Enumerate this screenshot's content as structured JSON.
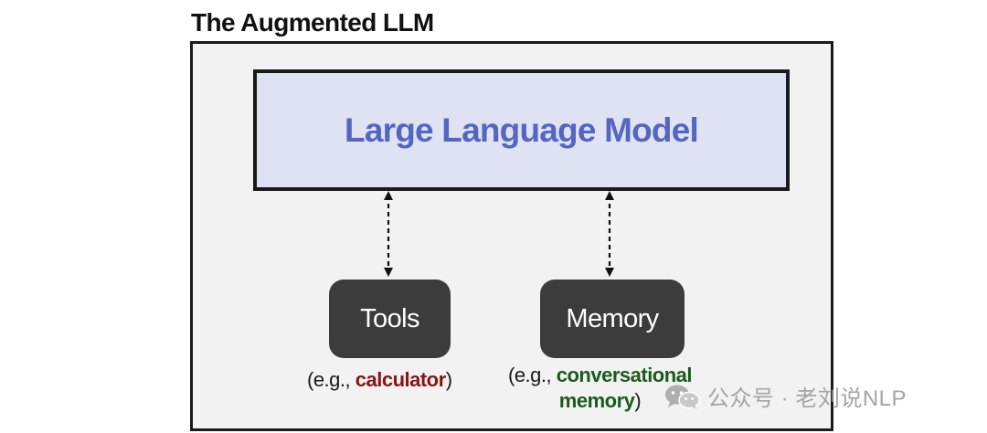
{
  "title": "The Augmented LLM",
  "llm": {
    "label": "Large Language Model"
  },
  "tools": {
    "label": "Tools",
    "caption_prefix": "(e.g., ",
    "caption_highlight": "calculator",
    "caption_suffix": ")"
  },
  "memory": {
    "label": "Memory",
    "caption_prefix": "(e.g., ",
    "caption_highlight_line1": "conversational",
    "caption_highlight_line2": "memory",
    "caption_suffix": ")"
  },
  "watermark": {
    "icon": "wechat-icon",
    "text": "公众号 · 老刘说NLP"
  },
  "colors": {
    "llm_text": "#5566c0",
    "llm_fill": "#dfe2f3",
    "node_fill": "#3c3c3c",
    "calculator": "#8b1313",
    "memory": "#1c5b1c"
  }
}
